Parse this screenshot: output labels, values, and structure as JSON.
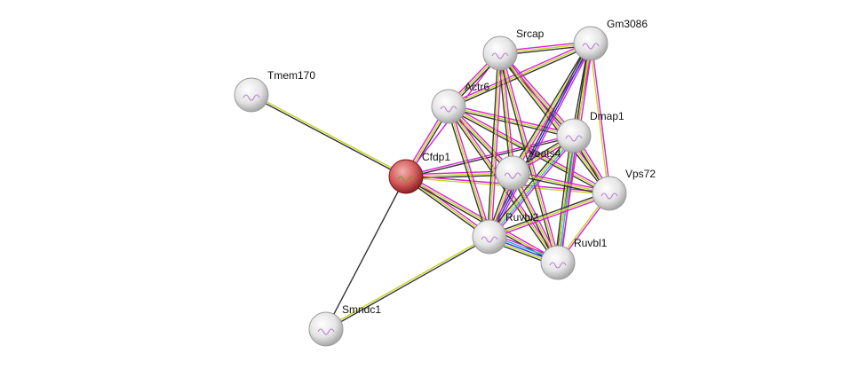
{
  "network": {
    "nodes": [
      {
        "id": "Tmem170",
        "label": "Tmem170",
        "color": "#e8e8e8"
      },
      {
        "id": "Cfdp1",
        "label": "Cfdp1",
        "color": "#d24a4a",
        "query": true
      },
      {
        "id": "Actr6",
        "label": "Actr6",
        "color": "#e8e8e8"
      },
      {
        "id": "Srcap",
        "label": "Srcap",
        "color": "#e8e8e8"
      },
      {
        "id": "Gm3086",
        "label": "Gm3086",
        "color": "#e8e8e8"
      },
      {
        "id": "Dmap1",
        "label": "Dmap1",
        "color": "#e8e8e8"
      },
      {
        "id": "Yeats4",
        "label": "Yeats4",
        "color": "#e8e8e8"
      },
      {
        "id": "Vps72",
        "label": "Vps72",
        "color": "#e8e8e8"
      },
      {
        "id": "Ruvbl2",
        "label": "Ruvbl2",
        "color": "#e8e8e8"
      },
      {
        "id": "Ruvbl1",
        "label": "Ruvbl1",
        "color": "#e8e8e8"
      },
      {
        "id": "Smndc1",
        "label": "Smndc1",
        "color": "#e8e8e8"
      }
    ],
    "edge_colors": {
      "experiments": "#d61fd6",
      "textmining": "#c3d61f",
      "coexpression": "#333333",
      "cooccurrence": "#2a2ae0",
      "databases": "#1fb8d6"
    },
    "edges": [
      {
        "a": "Tmem170",
        "b": "Cfdp1",
        "types": [
          "textmining",
          "coexpression"
        ]
      },
      {
        "a": "Cfdp1",
        "b": "Smndc1",
        "types": [
          "coexpression"
        ]
      },
      {
        "a": "Smndc1",
        "b": "Ruvbl2",
        "types": [
          "textmining",
          "coexpression"
        ]
      },
      {
        "a": "Cfdp1",
        "b": "Actr6",
        "types": [
          "experiments",
          "textmining",
          "coexpression"
        ]
      },
      {
        "a": "Cfdp1",
        "b": "Srcap",
        "types": [
          "experiments"
        ]
      },
      {
        "a": "Cfdp1",
        "b": "Dmap1",
        "types": [
          "experiments",
          "coexpression"
        ]
      },
      {
        "a": "Cfdp1",
        "b": "Yeats4",
        "types": [
          "experiments",
          "textmining",
          "coexpression"
        ]
      },
      {
        "a": "Cfdp1",
        "b": "Vps72",
        "types": [
          "experiments",
          "textmining"
        ]
      },
      {
        "a": "Cfdp1",
        "b": "Ruvbl2",
        "types": [
          "experiments",
          "textmining",
          "coexpression"
        ]
      },
      {
        "a": "Cfdp1",
        "b": "Ruvbl1",
        "types": [
          "experiments",
          "textmining",
          "coexpression"
        ]
      },
      {
        "a": "Actr6",
        "b": "Srcap",
        "types": [
          "experiments",
          "textmining",
          "coexpression"
        ]
      },
      {
        "a": "Actr6",
        "b": "Gm3086",
        "types": [
          "experiments",
          "textmining",
          "coexpression"
        ]
      },
      {
        "a": "Actr6",
        "b": "Dmap1",
        "types": [
          "experiments",
          "textmining",
          "coexpression"
        ]
      },
      {
        "a": "Actr6",
        "b": "Yeats4",
        "types": [
          "experiments",
          "textmining",
          "coexpression"
        ]
      },
      {
        "a": "Actr6",
        "b": "Vps72",
        "types": [
          "experiments",
          "textmining",
          "coexpression"
        ]
      },
      {
        "a": "Actr6",
        "b": "Ruvbl2",
        "types": [
          "experiments",
          "textmining",
          "coexpression"
        ]
      },
      {
        "a": "Actr6",
        "b": "Ruvbl1",
        "types": [
          "experiments",
          "textmining",
          "coexpression"
        ]
      },
      {
        "a": "Srcap",
        "b": "Gm3086",
        "types": [
          "experiments",
          "textmining",
          "coexpression"
        ]
      },
      {
        "a": "Srcap",
        "b": "Dmap1",
        "types": [
          "experiments",
          "textmining",
          "coexpression"
        ]
      },
      {
        "a": "Srcap",
        "b": "Yeats4",
        "types": [
          "experiments",
          "textmining",
          "coexpression"
        ]
      },
      {
        "a": "Srcap",
        "b": "Vps72",
        "types": [
          "experiments",
          "textmining",
          "coexpression"
        ]
      },
      {
        "a": "Srcap",
        "b": "Ruvbl2",
        "types": [
          "experiments",
          "textmining",
          "coexpression"
        ]
      },
      {
        "a": "Srcap",
        "b": "Ruvbl1",
        "types": [
          "experiments",
          "textmining",
          "coexpression"
        ]
      },
      {
        "a": "Gm3086",
        "b": "Dmap1",
        "types": [
          "experiments",
          "textmining",
          "coexpression"
        ]
      },
      {
        "a": "Gm3086",
        "b": "Yeats4",
        "types": [
          "experiments",
          "textmining",
          "coexpression"
        ]
      },
      {
        "a": "Gm3086",
        "b": "Vps72",
        "types": [
          "experiments",
          "textmining"
        ]
      },
      {
        "a": "Gm3086",
        "b": "Ruvbl2",
        "types": [
          "experiments",
          "cooccurrence",
          "coexpression"
        ]
      },
      {
        "a": "Gm3086",
        "b": "Ruvbl1",
        "types": [
          "experiments",
          "textmining",
          "coexpression"
        ]
      },
      {
        "a": "Dmap1",
        "b": "Yeats4",
        "types": [
          "experiments",
          "textmining",
          "coexpression"
        ]
      },
      {
        "a": "Dmap1",
        "b": "Vps72",
        "types": [
          "experiments",
          "textmining",
          "coexpression"
        ]
      },
      {
        "a": "Dmap1",
        "b": "Ruvbl2",
        "types": [
          "experiments",
          "databases",
          "textmining",
          "coexpression"
        ]
      },
      {
        "a": "Dmap1",
        "b": "Ruvbl1",
        "types": [
          "experiments",
          "databases",
          "textmining",
          "coexpression"
        ]
      },
      {
        "a": "Yeats4",
        "b": "Vps72",
        "types": [
          "experiments",
          "textmining",
          "coexpression"
        ]
      },
      {
        "a": "Yeats4",
        "b": "Ruvbl2",
        "types": [
          "experiments",
          "textmining",
          "coexpression"
        ]
      },
      {
        "a": "Yeats4",
        "b": "Ruvbl1",
        "types": [
          "experiments",
          "textmining",
          "coexpression"
        ]
      },
      {
        "a": "Vps72",
        "b": "Ruvbl2",
        "types": [
          "experiments",
          "textmining",
          "coexpression"
        ]
      },
      {
        "a": "Vps72",
        "b": "Ruvbl1",
        "types": [
          "experiments",
          "textmining"
        ]
      },
      {
        "a": "Ruvbl2",
        "b": "Ruvbl1",
        "types": [
          "experiments",
          "databases",
          "cooccurrence",
          "textmining",
          "coexpression"
        ]
      }
    ]
  }
}
